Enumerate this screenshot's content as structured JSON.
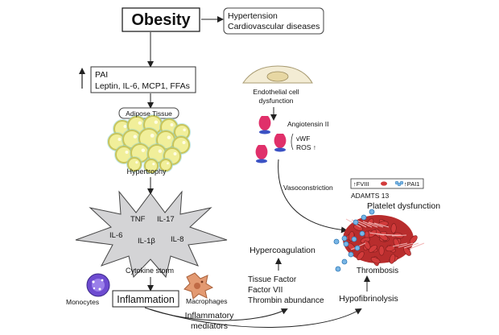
{
  "obesity": "Obesity",
  "outcomes": [
    "Hypertension",
    "Cardiovascular diseases"
  ],
  "up_arrow_glyph": "↑",
  "adipokines": [
    "PAI",
    "Leptin, IL-6, MCP1, FFAs"
  ],
  "adipose_tissue": "Adipose Tissue",
  "hypertrophy": "Hypertrophy",
  "cytokines": {
    "tnf": "TNF",
    "il17": "IL-17",
    "il6": "IL-6",
    "il1b": "IL-1β",
    "il8": "IL-8"
  },
  "cytokine_storm": "Cytokine storm",
  "monocytes": "Monocytes",
  "inflammation": "Inflammation",
  "macrophages": "Macrophages",
  "inflammatory_mediators": [
    "Inflammatory",
    "mediators"
  ],
  "endothelial": [
    "Endothelial cell",
    "dysfunction"
  ],
  "angiotensin": "Angiotensin II",
  "vwf": "vWF",
  "ros": "ROS ↑",
  "vasoconstriction": "Vasoconstriction",
  "fviii": "↑FVIII",
  "pai1": "↑PAI1",
  "adamts": "ADAMTS 13",
  "platelet_dysfunction": "Platelet dysfunction",
  "thrombosis": "Thrombosis",
  "hypercoagulation": "Hypercoagulation",
  "coag_factors": [
    "Tissue Factor",
    "Factor VII",
    "Thrombin abundance"
  ],
  "hypofibrinolysis": "Hypofibrinolysis",
  "colors": {
    "fat_yellow": "#f1ef9a",
    "fat_outline": "#c9c55a",
    "storm_fill": "#d4d4d6",
    "monocyte": "#6d4bd0",
    "macrophage": "#e39a72",
    "receptor_pink": "#e0306a",
    "receptor_blue": "#3b52c4",
    "clot_red": "#d23b3b",
    "platelet_blue": "#79b6e6"
  }
}
